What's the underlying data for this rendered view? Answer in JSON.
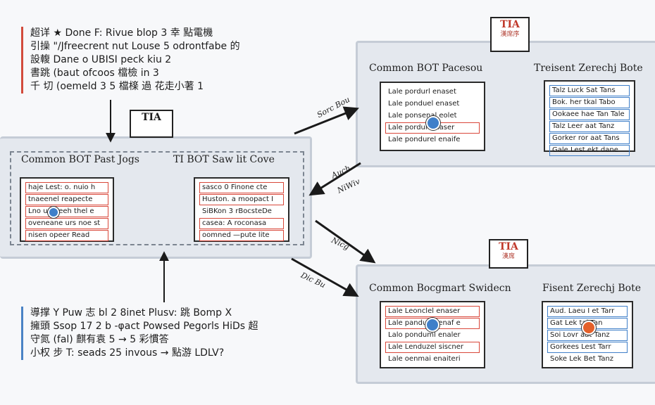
{
  "notes_top": [
    "超详 ★ Done F: Rivue blop 3 幸 點電機",
    "引操 \"/Jfreecrent nut Louse 5 odrontfabe 的",
    "設輹 Dane o UBISI peck kiu 2",
    "書跳 (baut ofcoos 檔檢 in 3",
    "千 切 (oemeld 3 5 檔檪 過 花走小著 1"
  ],
  "notes_bottom": [
    "導撑 Y Puw 志 bl 2 8inet Plusv: 跳 Bomp X",
    "擁頭 Ssop 17 2 b -φact Powsed Pegorls HiDs 超",
    "守氮 (fal) 麒有袁 5 → 5 彩慣答",
    "小权 步 T: seads 25 invous → 點游 LDLV?"
  ],
  "left_panel": {
    "title_a": "Common BOT Past Jogs",
    "title_b": "TI BOT Saw lit Cove",
    "card_a": [
      "haje Lest: o. nuio h",
      "tnaeenel reapecte",
      "Lno u · eeeh thel e",
      "oveneane urs noe st",
      "nisen opeer Read"
    ],
    "card_b": [
      "sasco 0 Finone cte",
      "Huston. a moopact I",
      "SiBKon 3 rBocsteDe",
      "casea: A roconasa",
      "oomned —pute lite"
    ]
  },
  "right_top_panel": {
    "title_a": "Common BOT Pacesou",
    "title_b": "Treisent Zerechj Bote",
    "card_a": [
      "Lale pordurl enaset",
      "Lale ponduel enaset",
      "Lale ponsenal eolet",
      "Lale pordur enaser",
      "Lale pondurel enaife"
    ],
    "card_b": [
      "Talz Luck Sat Tans",
      "Bok. her tkal Tabo",
      "Ookaee hae Tan Tale",
      "Talz Leer aat Tanz",
      "Gorker ror aat Tans",
      "Gale Lest ekt dane"
    ]
  },
  "right_bottom_panel": {
    "title_a": "Common Bocgmart Swidecn",
    "title_b": "Fisent Zerechj Bote",
    "card_a": [
      "Lale Leonclel enaser",
      "Lale pandurel enaf e",
      "Lalo ponduml enaler",
      "Lale Lenduzel siscner",
      "Lale oenmai enaiteri"
    ],
    "card_b": [
      "Aud. Laeu I et Tarr",
      "Gat Lek tal Tan",
      "Soi Lovr aat Tanz",
      "Gorkees Lest Tarr",
      "Soke Lek Bet Tanz"
    ]
  },
  "logos": {
    "left": {
      "top": "TIA",
      "sub": ""
    },
    "top_right": {
      "top": "TIA",
      "sub": "漢席序"
    },
    "bottom_right": {
      "top": "TIA",
      "sub": "漢席"
    }
  },
  "edge_labels": {
    "top": "Sorc Bou",
    "middle_top": "Auch",
    "middle_bottom": "NiWiv",
    "lower_top": "Nicg",
    "lower_bottom": "Dic Bu"
  },
  "colors": {
    "red": "#d9473a",
    "blue": "#3f7fc9",
    "orange": "#e4602a",
    "panel": "#e4e8ee"
  }
}
